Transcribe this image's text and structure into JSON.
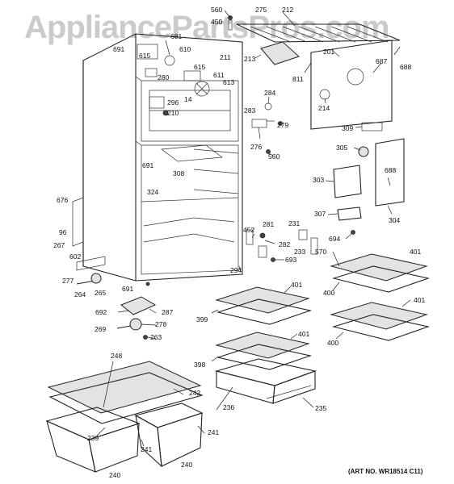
{
  "watermark": "AppliancePartsPros.com",
  "art_no": "(ART NO. WR18514 C11)",
  "labels": [
    {
      "id": "p560a",
      "t": "560"
    },
    {
      "id": "p275",
      "t": "275"
    },
    {
      "id": "p212",
      "t": "212"
    },
    {
      "id": "p450",
      "t": "450"
    },
    {
      "id": "p681",
      "t": "681"
    },
    {
      "id": "p691a",
      "t": "691"
    },
    {
      "id": "p615a",
      "t": "615"
    },
    {
      "id": "p610",
      "t": "610"
    },
    {
      "id": "p213",
      "t": "213"
    },
    {
      "id": "p201",
      "t": "201"
    },
    {
      "id": "p687",
      "t": "687"
    },
    {
      "id": "p688a",
      "t": "688"
    },
    {
      "id": "p211",
      "t": "211"
    },
    {
      "id": "p615b",
      "t": "615"
    },
    {
      "id": "p280",
      "t": "280"
    },
    {
      "id": "p611",
      "t": "611"
    },
    {
      "id": "p613",
      "t": "613"
    },
    {
      "id": "p811",
      "t": "811"
    },
    {
      "id": "p14",
      "t": "14"
    },
    {
      "id": "p296",
      "t": "296"
    },
    {
      "id": "p284",
      "t": "284"
    },
    {
      "id": "p214",
      "t": "214"
    },
    {
      "id": "p210",
      "t": "210"
    },
    {
      "id": "p283",
      "t": "283"
    },
    {
      "id": "p279",
      "t": "279"
    },
    {
      "id": "p309",
      "t": "309"
    },
    {
      "id": "p276",
      "t": "276"
    },
    {
      "id": "p560b",
      "t": "560"
    },
    {
      "id": "p305",
      "t": "305"
    },
    {
      "id": "p691b",
      "t": "691"
    },
    {
      "id": "p308",
      "t": "308"
    },
    {
      "id": "p688b",
      "t": "688"
    },
    {
      "id": "p303",
      "t": "303"
    },
    {
      "id": "p324",
      "t": "324"
    },
    {
      "id": "p676",
      "t": "676"
    },
    {
      "id": "p96",
      "t": "96"
    },
    {
      "id": "p307",
      "t": "307"
    },
    {
      "id": "p304",
      "t": "304"
    },
    {
      "id": "p231",
      "t": "231"
    },
    {
      "id": "p281",
      "t": "281"
    },
    {
      "id": "p452",
      "t": "452"
    },
    {
      "id": "p267",
      "t": "267"
    },
    {
      "id": "p694",
      "t": "694"
    },
    {
      "id": "p282",
      "t": "282"
    },
    {
      "id": "p233",
      "t": "233"
    },
    {
      "id": "p570",
      "t": "570"
    },
    {
      "id": "p602",
      "t": "602"
    },
    {
      "id": "p693",
      "t": "693"
    },
    {
      "id": "p294",
      "t": "294"
    },
    {
      "id": "p401a",
      "t": "401"
    },
    {
      "id": "p277",
      "t": "277"
    },
    {
      "id": "p265",
      "t": "265"
    },
    {
      "id": "p264",
      "t": "264"
    },
    {
      "id": "p691c",
      "t": "691"
    },
    {
      "id": "p401b",
      "t": "401"
    },
    {
      "id": "p400a",
      "t": "400"
    },
    {
      "id": "p692",
      "t": "692"
    },
    {
      "id": "p287",
      "t": "287"
    },
    {
      "id": "p401c",
      "t": "401"
    },
    {
      "id": "p399",
      "t": "399"
    },
    {
      "id": "p278",
      "t": "278"
    },
    {
      "id": "p269",
      "t": "269"
    },
    {
      "id": "p401d",
      "t": "401"
    },
    {
      "id": "p263",
      "t": "263"
    },
    {
      "id": "p400b",
      "t": "400"
    },
    {
      "id": "p248",
      "t": "248"
    },
    {
      "id": "p398",
      "t": "398"
    },
    {
      "id": "p242",
      "t": "242"
    },
    {
      "id": "p236",
      "t": "236"
    },
    {
      "id": "p235",
      "t": "235"
    },
    {
      "id": "p239",
      "t": "239"
    },
    {
      "id": "p241a",
      "t": "241"
    },
    {
      "id": "p241b",
      "t": "241"
    },
    {
      "id": "p240a",
      "t": "240"
    },
    {
      "id": "p240b",
      "t": "240"
    }
  ]
}
